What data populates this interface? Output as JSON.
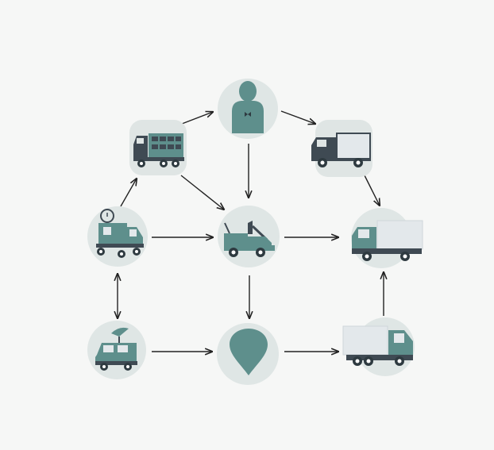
{
  "diagram": {
    "colors": {
      "background": "#f6f7f6",
      "circle": "#dfe6e5",
      "tile": "#dfe5e4",
      "teal": "#5e8f8c",
      "dark": "#3f4a53",
      "cargo": "#e3e8eb",
      "arrow": "#222222"
    },
    "nodes": [
      {
        "id": "person",
        "icon": "person-bowtie-icon"
      },
      {
        "id": "box-truck-top-left",
        "icon": "container-truck-icon"
      },
      {
        "id": "delivery-truck-top-right",
        "icon": "delivery-truck-icon"
      },
      {
        "id": "service-van",
        "icon": "service-van-icon"
      },
      {
        "id": "crane-truck",
        "icon": "crane-truck-icon"
      },
      {
        "id": "cargo-truck-right",
        "icon": "cargo-truck-icon"
      },
      {
        "id": "emergency-vehicle",
        "icon": "emergency-vehicle-icon"
      },
      {
        "id": "location-pin",
        "icon": "location-pin-icon"
      },
      {
        "id": "cargo-truck-bottom-right",
        "icon": "cargo-truck-icon"
      }
    ],
    "edges": [
      {
        "from": "box-truck-top-left",
        "to": "person",
        "direction": "forward"
      },
      {
        "from": "person",
        "to": "delivery-truck-top-right",
        "direction": "forward"
      },
      {
        "from": "person",
        "to": "crane-truck",
        "direction": "forward"
      },
      {
        "from": "box-truck-top-left",
        "to": "crane-truck",
        "direction": "forward"
      },
      {
        "from": "service-van",
        "to": "box-truck-top-left",
        "direction": "forward"
      },
      {
        "from": "delivery-truck-top-right",
        "to": "cargo-truck-right",
        "direction": "forward"
      },
      {
        "from": "service-van",
        "to": "crane-truck",
        "direction": "forward"
      },
      {
        "from": "crane-truck",
        "to": "cargo-truck-right",
        "direction": "forward"
      },
      {
        "from": "service-van",
        "to": "emergency-vehicle",
        "direction": "both"
      },
      {
        "from": "crane-truck",
        "to": "location-pin",
        "direction": "forward"
      },
      {
        "from": "emergency-vehicle",
        "to": "location-pin",
        "direction": "forward"
      },
      {
        "from": "location-pin",
        "to": "cargo-truck-bottom-right",
        "direction": "forward"
      },
      {
        "from": "cargo-truck-bottom-right",
        "to": "cargo-truck-right",
        "direction": "forward"
      }
    ]
  }
}
